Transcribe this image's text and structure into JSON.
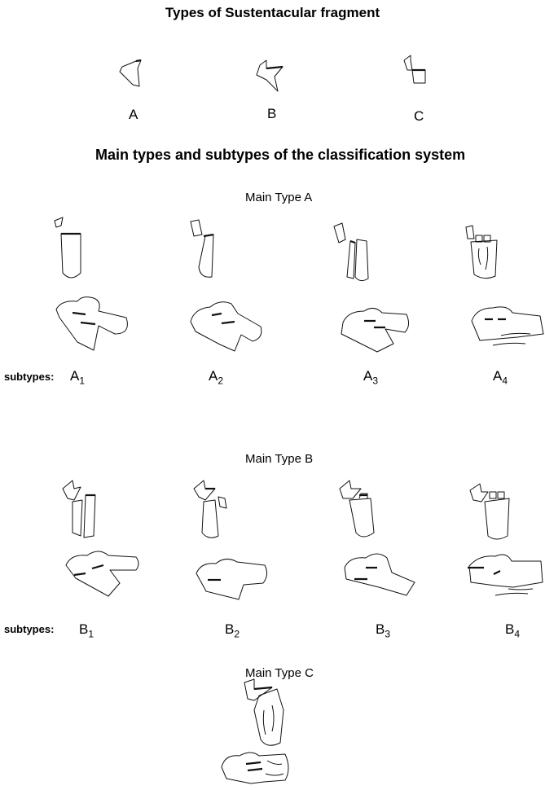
{
  "fragment_section": {
    "title": "Types of Sustentacular fragment",
    "types": [
      "A",
      "B",
      "C"
    ]
  },
  "classification_section": {
    "title": "Main types and subtypes of the classification system",
    "subtypes_label": "subtypes:",
    "main_types": [
      {
        "title": "Main Type A",
        "letter": "A",
        "subtypes": [
          "1",
          "2",
          "3",
          "4"
        ]
      },
      {
        "title": "Main Type B",
        "letter": "B",
        "subtypes": [
          "1",
          "2",
          "3",
          "4"
        ]
      },
      {
        "title": "Main Type C"
      }
    ]
  }
}
